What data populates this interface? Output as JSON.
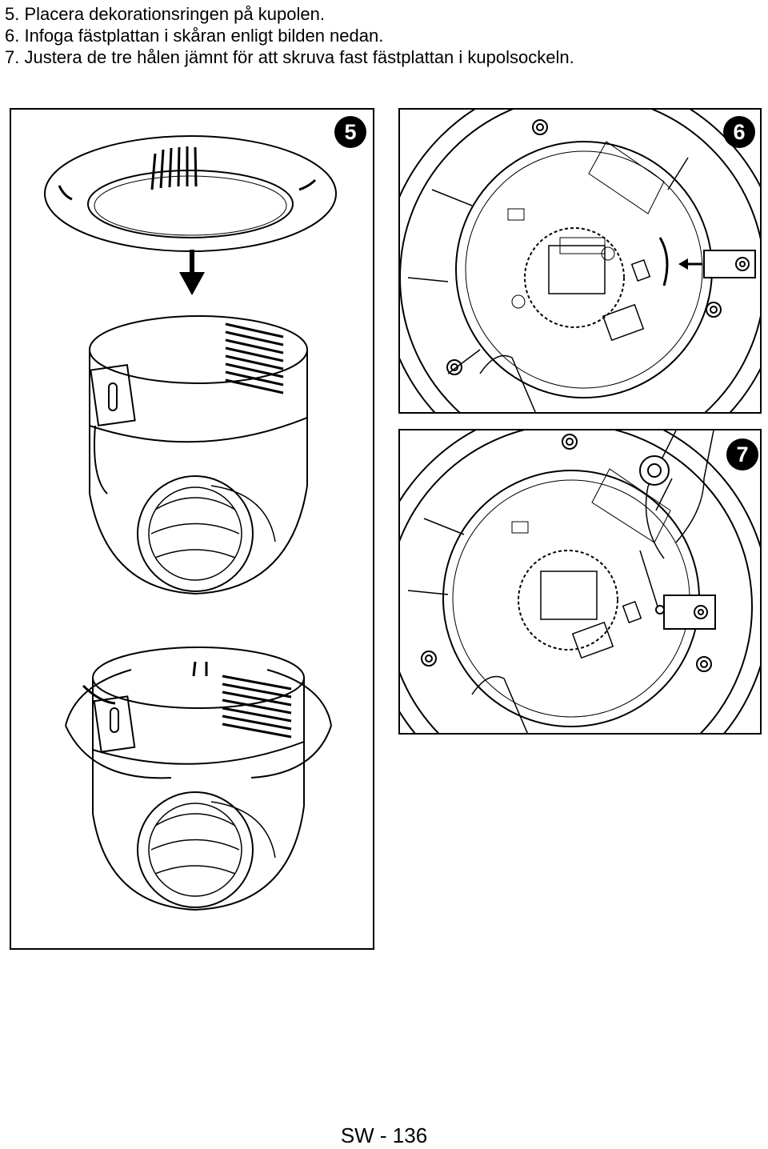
{
  "instructions": [
    "5. Placera dekorationsringen på kupolen.",
    "6. Infoga fästplattan i skåran enligt bilden nedan.",
    "7. Justera de tre hålen jämnt för att skruva fast fästplattan i kupolsockeln."
  ],
  "figures": [
    {
      "step": "5",
      "content": "dome camera with decoration ring (before and after)"
    },
    {
      "step": "6",
      "content": "dome base, mounting plate inserted into slot"
    },
    {
      "step": "7",
      "content": "dome base, screwing the mounting plate"
    }
  ],
  "footer": "SW - 136"
}
